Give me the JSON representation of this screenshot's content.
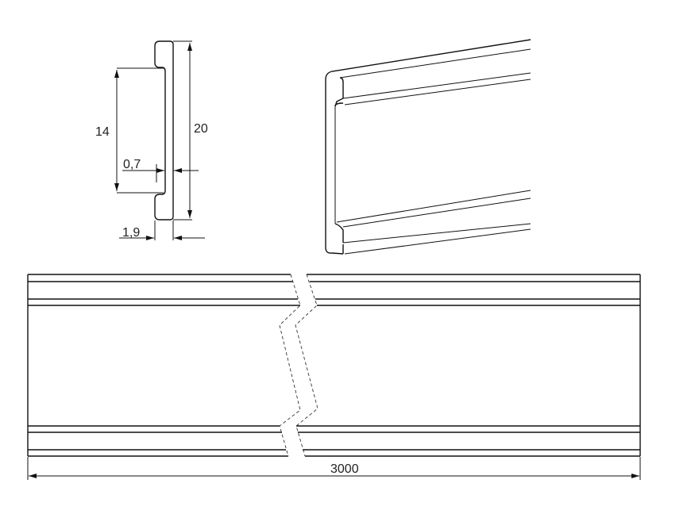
{
  "drawing": {
    "profile_dimensions": {
      "height_inner": "14",
      "height_total": "20",
      "lip_depth": "0,7",
      "thickness": "1,9"
    },
    "length_dimension": "3000",
    "colors": {
      "line": "#111111",
      "background": "#ffffff"
    }
  }
}
